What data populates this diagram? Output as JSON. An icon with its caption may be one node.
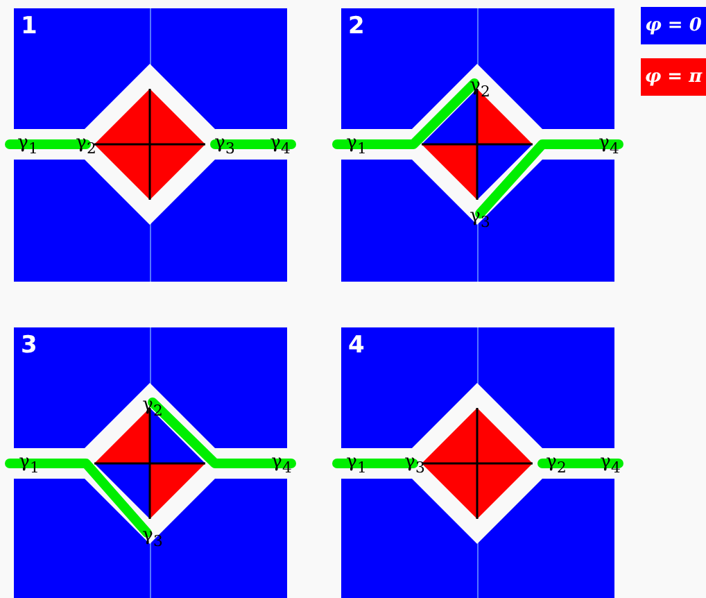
{
  "diagram": {
    "labels": [
      "1",
      "γ$_{1}$",
      "γ$_{2}$",
      "γ$_{3}$",
      "γ$_{4}$",
      "2",
      "γ$_{2}$",
      "γ$_{1}$",
      "γ$_{4}$",
      "γ$_{3}$",
      "3",
      "γ$_{2}$",
      "γ$_{1}$",
      "γ$_{4}$",
      "γ$_{3}$",
      "4",
      "γ$_{1}$",
      "γ$_{3}$",
      "γ$_{2}$",
      "γ$_{4}$"
    ],
    "legend": [
      {
        "text": "φ = 0",
        "color": "#0000ff"
      },
      {
        "text": "φ = π",
        "color": "#ff0000"
      }
    ]
  }
}
